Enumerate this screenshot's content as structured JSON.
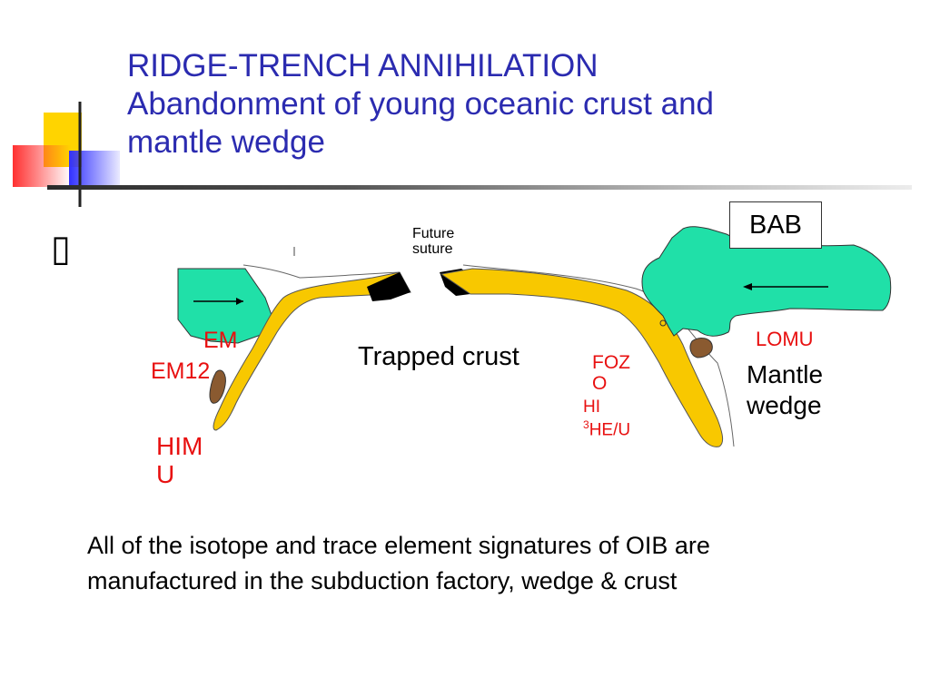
{
  "title": {
    "line1": "RIDGE-TRENCH ANNIHILATION",
    "line2": "Abandonment of young oceanic crust and",
    "line3": "mantle wedge"
  },
  "labels": {
    "future_suture_1": "Future",
    "future_suture_2": "suture",
    "trapped_crust": "Trapped crust",
    "em": "EM",
    "em12": "EM12",
    "himu_1": "HIM",
    "himu_2": "U",
    "fozo_1": "FOZ",
    "fozo_2": "O",
    "hi_1": "HI",
    "hi_2_sup": "3",
    "hi_2": "HE/U",
    "lomu": "LOMU",
    "mantle_wedge_1": "Mantle",
    "mantle_wedge_2": "wedge",
    "bab": "BAB"
  },
  "footer": {
    "text": "All of the isotope and trace element signatures of OIB are manufactured in the subduction factory, wedge & crust"
  },
  "colors": {
    "title": "#2b2bb0",
    "red_label": "#e81010",
    "crust_yellow": "#f8c800",
    "wedge_green": "#20e0a8",
    "dark_fill": "#000000",
    "brown_blob": "#8a5a30"
  },
  "icons": {
    "bullet": "missing-glyph-box"
  }
}
